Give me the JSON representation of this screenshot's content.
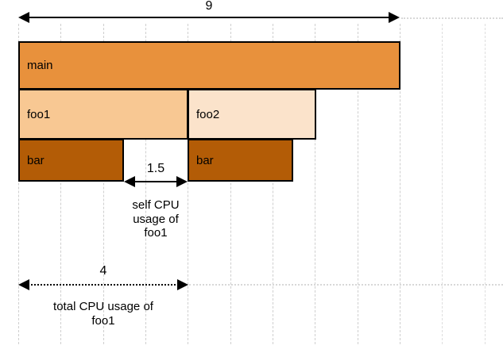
{
  "chart_data": {
    "type": "bar",
    "title": "",
    "subtitle": "",
    "xlabel": "",
    "ylabel": "",
    "xlim": [
      0,
      11.5
    ],
    "grid": true,
    "grid_step": 1,
    "legend": "none",
    "orientation": "horizontal-stacked",
    "units": "CPU time",
    "description": "Flame-graph style stacked frame chart showing CPU usage of nested call frames",
    "rows": [
      {
        "depth": 0,
        "frames": [
          {
            "label": "main",
            "start": 0,
            "width": 9,
            "color": "#E8913C"
          }
        ]
      },
      {
        "depth": 1,
        "frames": [
          {
            "label": "foo1",
            "start": 0,
            "width": 4,
            "color": "#F8C893"
          },
          {
            "label": "foo2",
            "start": 4,
            "width": 3,
            "color": "#FBE3CB"
          }
        ]
      },
      {
        "depth": 2,
        "frames": [
          {
            "label": "bar",
            "start": 0,
            "width": 2.5,
            "color": "#B35C06"
          },
          {
            "label": "bar",
            "start": 4,
            "width": 2.5,
            "color": "#B35C06"
          }
        ]
      }
    ],
    "annotations": [
      {
        "id": "main-total",
        "value": "9",
        "value_number": 9,
        "start": 0,
        "end": 9,
        "caption": "",
        "style": "solid-double-arrow",
        "position": "top"
      },
      {
        "id": "foo1-self",
        "value": "1.5",
        "value_number": 1.5,
        "start": 2.5,
        "end": 4,
        "caption": "self CPU\nusage of\nfoo1",
        "caption_lines": [
          "self CPU",
          "usage of",
          "foo1"
        ],
        "style": "solid-double-arrow",
        "position": "below-depth-2"
      },
      {
        "id": "foo1-total",
        "value": "4",
        "value_number": 4,
        "start": 0,
        "end": 4,
        "caption": "total CPU usage of\nfoo1",
        "caption_lines": [
          "total CPU usage of",
          "foo1"
        ],
        "style": "dotted-double-arrow",
        "position": "bottom"
      }
    ],
    "colors": {
      "main": "#E8913C",
      "foo1": "#F8C893",
      "foo2": "#FBE3CB",
      "bar": "#B35C06",
      "border": "#000000",
      "grid": "#cfcfcf",
      "background": "#FFFFFF"
    }
  },
  "frames": {
    "main": {
      "label": "main"
    },
    "foo1": {
      "label": "foo1"
    },
    "foo2": {
      "label": "foo2"
    },
    "bar_left": {
      "label": "bar"
    },
    "bar_right": {
      "label": "bar"
    }
  },
  "labels": {
    "total_main": "9",
    "self_foo1_value": "1.5",
    "self_foo1_caption_line1": "self CPU",
    "self_foo1_caption_line2": "usage of",
    "self_foo1_caption_line3": "foo1",
    "total_foo1_value": "4",
    "total_foo1_caption_line1": "total CPU usage of",
    "total_foo1_caption_line2": "foo1"
  }
}
